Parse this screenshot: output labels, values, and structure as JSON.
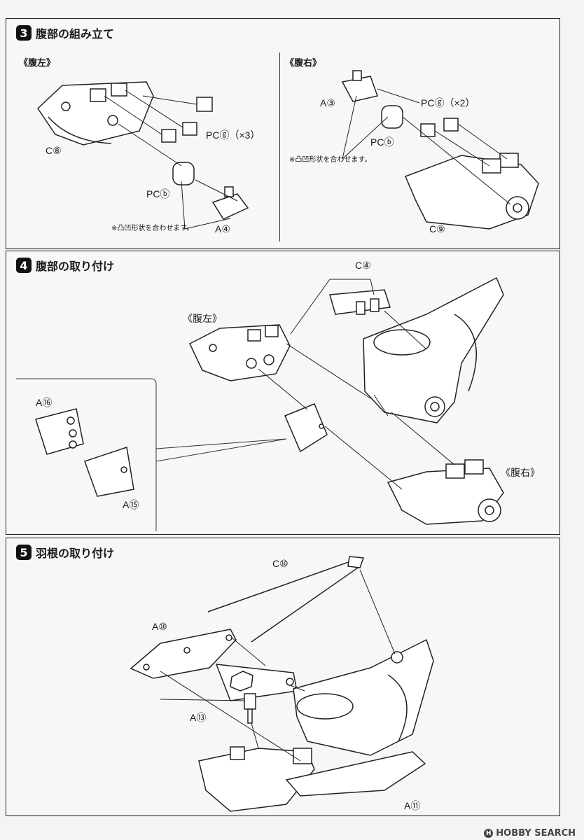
{
  "steps": [
    {
      "number": "3",
      "title": "腹部の組み立て",
      "left_label": "《腹左》",
      "right_label": "《腹右》",
      "parts": {
        "c8": "C⑧",
        "pcg_x3": "PCⓖ（×3）",
        "pcb_left": "PCⓑ",
        "a4": "A④",
        "a3": "A③",
        "pcg_x2": "PCⓖ（×2）",
        "pcb_right": "PCⓑ",
        "c9": "C⑨"
      },
      "note_left": "※凸凹形状を合わせます。",
      "note_right": "※凸凹形状を合わせます。"
    },
    {
      "number": "4",
      "title": "腹部の取り付け",
      "parts": {
        "c4": "C④",
        "left_label": "《腹左》",
        "a16": "A⑯",
        "a15": "A⑮",
        "right_label": "《腹右》"
      }
    },
    {
      "number": "5",
      "title": "羽根の取り付け",
      "parts": {
        "c10": "C⑩",
        "a10": "A⑩",
        "a13": "A⑬",
        "a11": "A⑪"
      }
    }
  ],
  "footer": {
    "brand_mark": "H",
    "brand": "HOBBY SEARCH"
  }
}
